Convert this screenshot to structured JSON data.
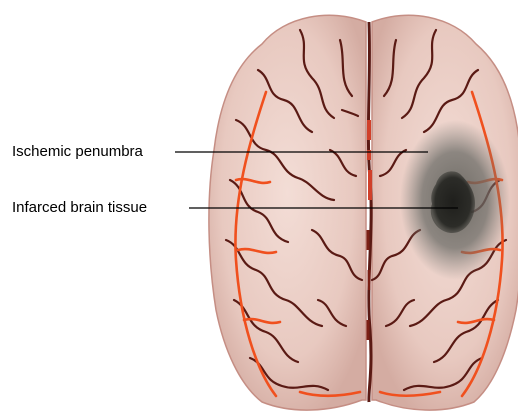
{
  "labels": {
    "penumbra": "Ischemic penumbra",
    "infarct": "Infarced brain tissue"
  },
  "colors": {
    "background": "#ffffff",
    "brain_tissue": "#e8c9c0",
    "sulci": "#5a1a14",
    "arteries": "#f0501e",
    "penumbra_shade": "#6b6b66",
    "infarct_core": "#2c2c28",
    "leader_line": "#000000",
    "label_text": "#000000"
  },
  "icons": [
    "brain-illustration"
  ]
}
